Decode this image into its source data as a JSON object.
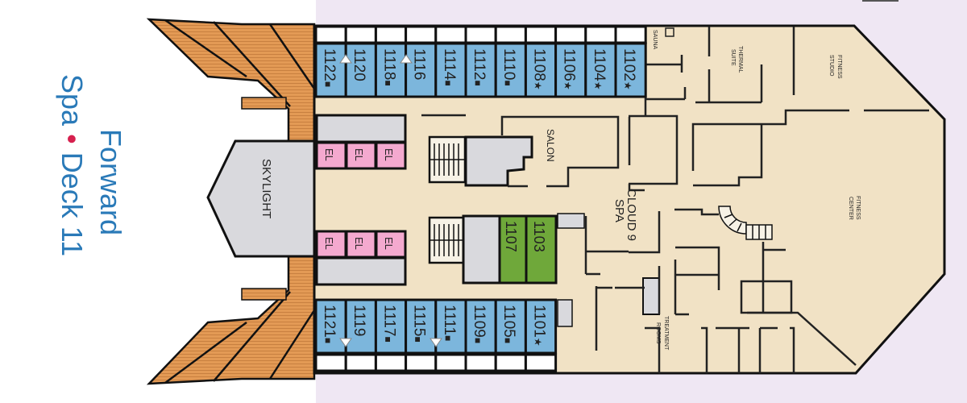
{
  "title": {
    "line1": "Forward",
    "line2_a": "Spa",
    "line2_sep": "•",
    "line2_b": "Deck 11"
  },
  "colors": {
    "title": "#2a7ab8",
    "dot": "#d6204e",
    "cabin": "#7cb6dc",
    "suite": "#6fa83a",
    "elevator": "#f4a9cf",
    "hull": "#f1e2c5",
    "deck": "#e39a55",
    "grey": "#d9d9dd",
    "sea": "#efe7f3"
  },
  "areas": {
    "skylight": "SKYLIGHT",
    "salon": "SALON",
    "spa_line1": "CLOUD 9",
    "spa_line2": "SPA",
    "sauna": "SAUNA",
    "thermal_line1": "THERMAL",
    "thermal_line2": "SUITE",
    "studio_line1": "FITNESS",
    "studio_line2": "STUDIO",
    "center_line1": "FITNESS",
    "center_line2": "CENTER",
    "treatment_line1": "TREATMENT",
    "treatment_line2": "ROOMS",
    "elevator": "EL"
  },
  "top_cabins": [
    {
      "number": "1122",
      "symbol": "■"
    },
    {
      "number": "1120",
      "symbol": ""
    },
    {
      "number": "1118",
      "symbol": "■"
    },
    {
      "number": "1116",
      "symbol": ""
    },
    {
      "number": "1114",
      "symbol": "■"
    },
    {
      "number": "1112",
      "symbol": "■"
    },
    {
      "number": "1110",
      "symbol": "■"
    },
    {
      "number": "1108",
      "symbol": "★"
    },
    {
      "number": "1106",
      "symbol": "★"
    },
    {
      "number": "1104",
      "symbol": "★"
    },
    {
      "number": "1102",
      "symbol": "★"
    }
  ],
  "bottom_cabins": [
    {
      "number": "1121",
      "symbol": "■"
    },
    {
      "number": "1119",
      "symbol": ""
    },
    {
      "number": "1117",
      "symbol": "■"
    },
    {
      "number": "1115",
      "symbol": "■"
    },
    {
      "number": "1111",
      "symbol": "■"
    },
    {
      "number": "1109",
      "symbol": "■"
    },
    {
      "number": "1105",
      "symbol": "■"
    },
    {
      "number": "1101",
      "symbol": "★"
    }
  ],
  "suites": [
    {
      "number": "1107"
    },
    {
      "number": "1103"
    }
  ]
}
